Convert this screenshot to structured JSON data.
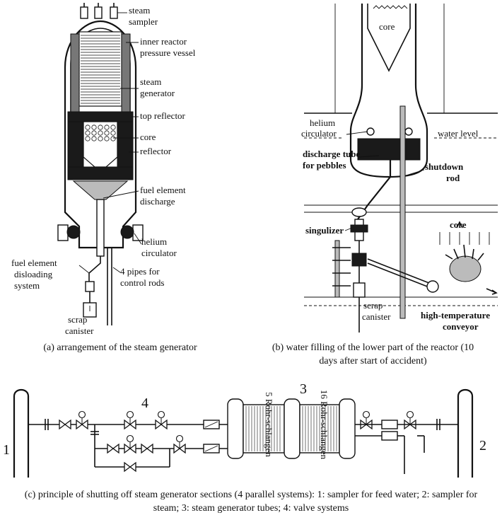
{
  "panel_a": {
    "labels": {
      "steam_sampler": [
        "steam",
        "sampler"
      ],
      "inner_vessel": [
        "inner reactor",
        "pressure vessel"
      ],
      "steam_generator": [
        "steam",
        "generator"
      ],
      "top_reflector": "top reflector",
      "core": "core",
      "reflector": "reflector",
      "fuel_discharge": [
        "fuel element",
        "discharge"
      ],
      "helium_circulator": [
        "helium",
        "circulator"
      ],
      "fuel_unloading": [
        "fuel element",
        "disloading",
        "system"
      ],
      "control_pipes": [
        "4 pipes for",
        "control rods"
      ],
      "scrap_canister": [
        "scrap",
        "canister"
      ]
    },
    "caption": "(a) arrangement of the steam generator"
  },
  "panel_b": {
    "labels": {
      "core": "core",
      "helium_circulator": [
        "helium",
        "circulator"
      ],
      "water_level": "water level",
      "discharge_tube": [
        "discharge tube",
        "for pebbles"
      ],
      "shutdown_rod": [
        "shutdown",
        "rod"
      ],
      "singulizer": "singulizer",
      "core_small": "core",
      "scrap_canister": [
        "scrap",
        "canister"
      ],
      "conveyor": [
        "high-temperature",
        "conveyor"
      ]
    },
    "caption": [
      "(b) water filling of the lower part of the reactor (10",
      "days after start of accident)"
    ]
  },
  "panel_c": {
    "numbers": [
      "1",
      "2",
      "3",
      "4"
    ],
    "tube_text_left": "5 Rohr-schlangen",
    "tube_text_right": "16 Rohr-schlangen",
    "caption": [
      "(c) principle of shutting off steam generator sections (4 parallel systems): 1: sampler for feed water; 2: sampler for",
      "steam; 3: steam generator tubes; 4: valve systems"
    ]
  }
}
